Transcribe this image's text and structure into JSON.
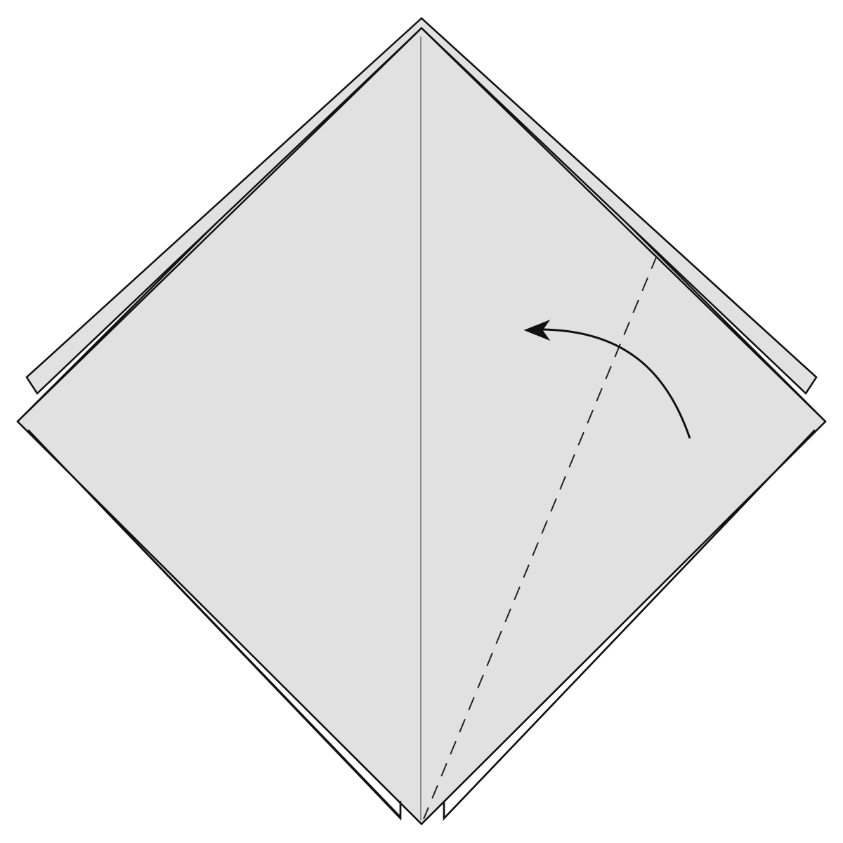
{
  "diagram": {
    "kind": "origami-fold-step",
    "instruction_text": "",
    "colors": {
      "background": "#ffffff",
      "paper": "#e1e1e1",
      "outline": "#111111",
      "center_crease": "#8a8a8a",
      "fold_line": "#222222",
      "arrow": "#111111"
    },
    "fold": {
      "line_style": "valley-fold-dashed",
      "direction": "right-flap-folds-left"
    },
    "icons": {
      "arrow": "curved-fold-arrow-icon"
    }
  }
}
